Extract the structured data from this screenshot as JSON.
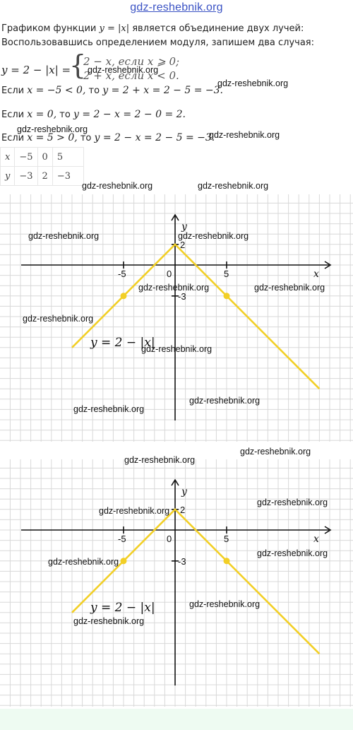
{
  "site": {
    "title": "gdz-reshebnik.org"
  },
  "text": {
    "line1_pre": "Графиком функции ",
    "line1_math": "y = |x|",
    "line1_post": " является объединение двух лучей:",
    "line2": "Воспользовавшись определением модуля, запишем два случая:",
    "eq_lhs": "y = 2 − |x| =",
    "case1": "2 − x,  если x ⩾ 0;",
    "case2": "2 + x,  если x < 0.",
    "if1_pre": "Если ",
    "if1_cond": "x = −5  <  0,",
    "if1_mid": " то ",
    "if1_calc": "y = 2 + x = 2 − 5 = −3.",
    "if2_pre": "Если ",
    "if2_cond": "x = 0,",
    "if2_mid": " то ",
    "if2_calc": "y = 2 − x = 2 − 0 = 2.",
    "if3_pre": "Если ",
    "if3_cond": "x = 5  >  0,",
    "if3_mid": " то ",
    "if3_calc": "y = 2 − x = 2 − 5 = −3."
  },
  "table": {
    "row_x": {
      "label": "x",
      "values": [
        "−5",
        "0",
        "5"
      ]
    },
    "row_y": {
      "label": "y",
      "values": [
        "−3",
        "2",
        "−3"
      ]
    }
  },
  "watermark": "gdz-reshebnik.org",
  "colors": {
    "line": "#f2cf26",
    "axis": "#111111",
    "grid": "#d8d8d8",
    "link": "#3a52c4"
  },
  "chart_data": [
    {
      "type": "line",
      "function": "y = 2 − |x|",
      "label": "y = 2 − |x|",
      "xlabel": "x",
      "ylabel": "y",
      "x": [
        -10,
        0,
        14
      ],
      "y": [
        -8,
        2,
        -12
      ],
      "points": [
        {
          "x": -5,
          "y": -3
        },
        {
          "x": 5,
          "y": -3
        }
      ],
      "tick_labels": {
        "x": [
          "-5",
          "0",
          "5"
        ],
        "y": [
          "2",
          "-3"
        ]
      },
      "grid": true
    },
    {
      "type": "line",
      "function": "y = 2 − |x|",
      "label": "y = 2 − |x|",
      "xlabel": "x",
      "ylabel": "y",
      "x": [
        -10,
        0,
        14
      ],
      "y": [
        -8,
        2,
        -12
      ],
      "points": [
        {
          "x": -5,
          "y": -3
        },
        {
          "x": 5,
          "y": -3
        }
      ],
      "tick_labels": {
        "x": [
          "-5",
          "0",
          "5"
        ],
        "y": [
          "2",
          "-3"
        ]
      },
      "grid": true
    }
  ]
}
